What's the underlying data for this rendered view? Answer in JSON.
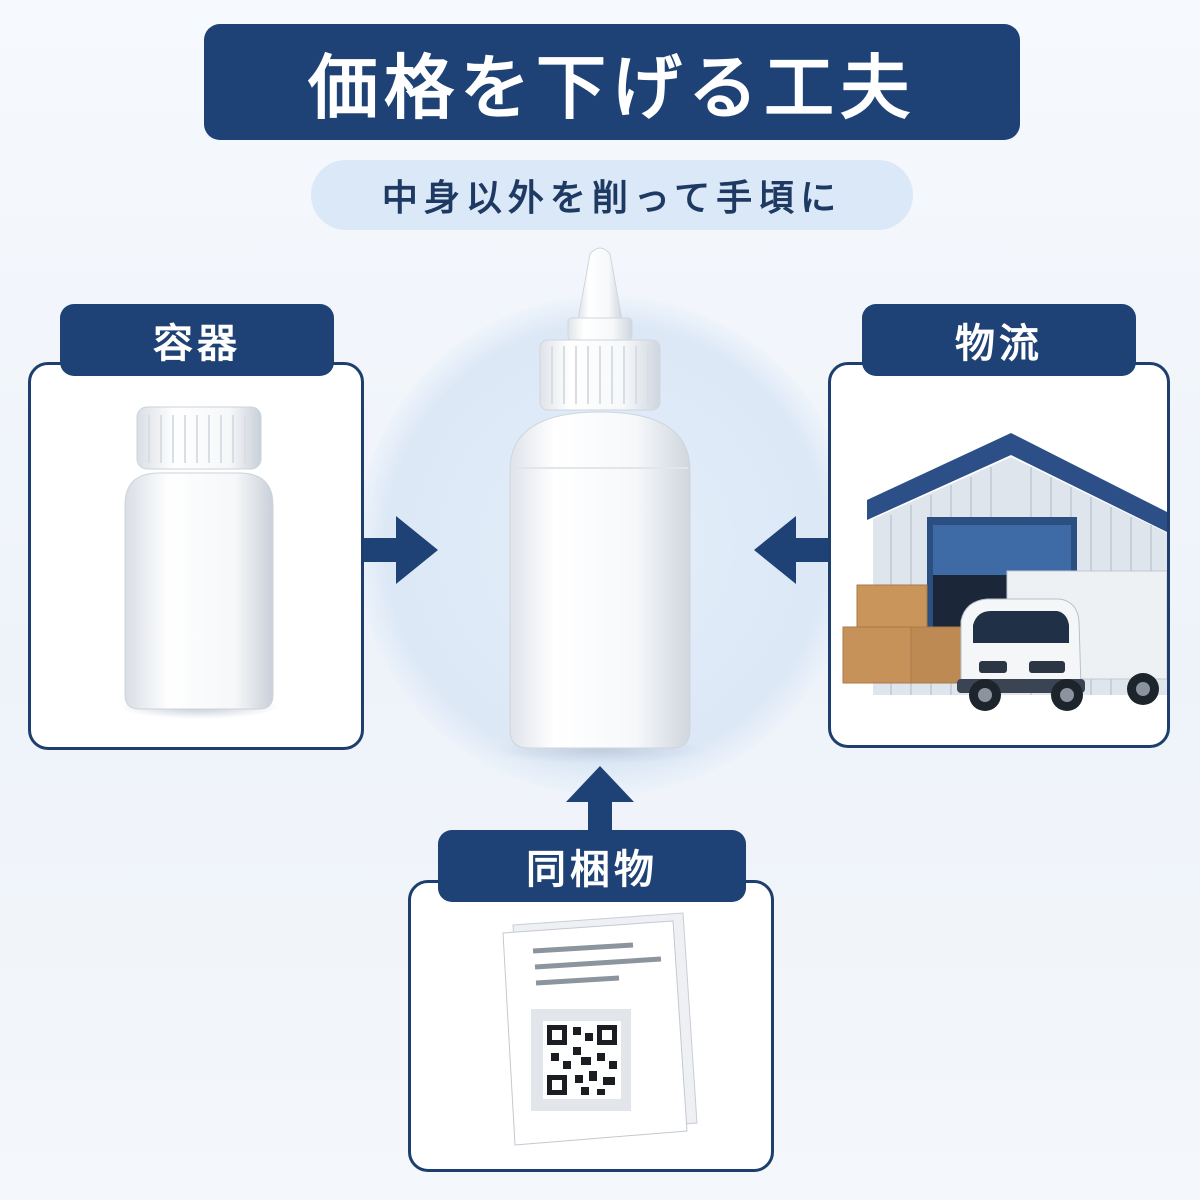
{
  "title": "価格を下げる工夫",
  "subtitle": "中身以外を削って手頃に",
  "factors": {
    "container": {
      "label": "容器",
      "icon": "pill-bottle-icon"
    },
    "logistics": {
      "label": "物流",
      "icon": "warehouse-truck-icon"
    },
    "enclosures": {
      "label": "同梱物",
      "icon": "qr-leaflet-icon"
    }
  },
  "center_product": {
    "icon": "dropper-bottle-icon"
  },
  "colors": {
    "navy": "#1e4275",
    "pill_background": "#dbe8f7",
    "card_border": "#1e3f6e",
    "glow": "#dce8f6"
  }
}
